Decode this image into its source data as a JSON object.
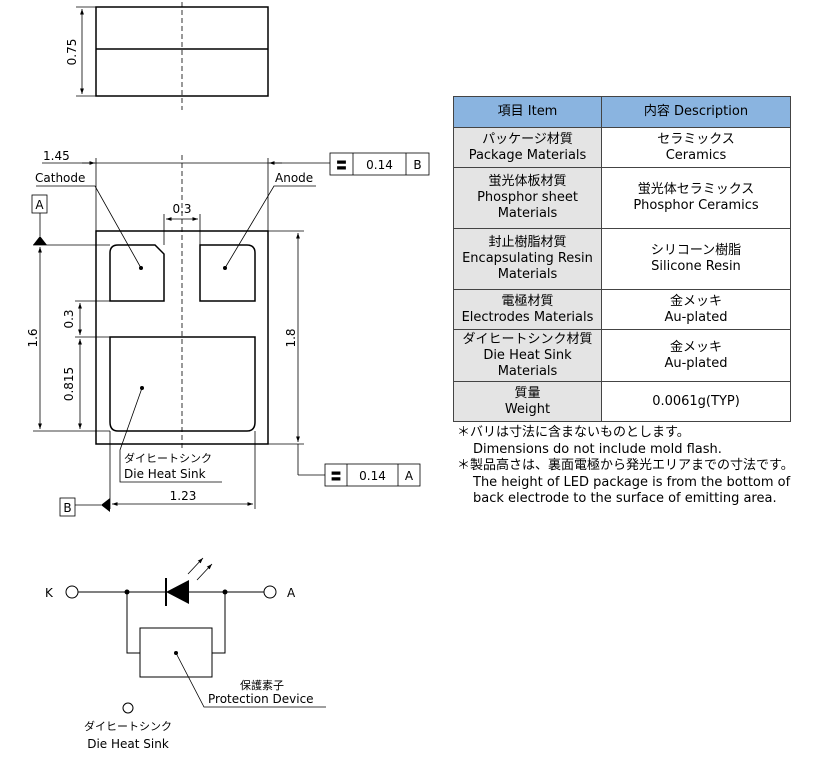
{
  "dims": {
    "thickness": "0.75",
    "width": "1.45",
    "gap": "0.3",
    "pad_height": "0.3",
    "height": "1.6",
    "heat_sink_height": "0.815",
    "body_height": "1.8",
    "heat_sink_width": "1.23"
  },
  "labels": {
    "cathode": "Cathode",
    "anode": "Anode",
    "heat_sink_jp": "ダイヒートシンク",
    "heat_sink_en": "Die Heat Sink"
  },
  "datums": {
    "a": "A",
    "b": "B"
  },
  "tolerance_top": {
    "symbol": "〓",
    "value": "0.14",
    "datum": "B"
  },
  "tolerance_bottom": {
    "symbol": "〓",
    "value": "0.14",
    "datum": "A"
  },
  "circuit": {
    "k": "K",
    "a": "A",
    "protection_jp": "保護素子",
    "protection_en": "Protection Device",
    "heat_sink_jp": "ダイヒートシンク",
    "heat_sink_en": "Die Heat Sink"
  },
  "table": {
    "header_item": "項目 Item",
    "header_desc": "内容 Description",
    "rows": [
      {
        "item": [
          "パッケージ材質",
          "Package Materials"
        ],
        "desc": [
          "セラミックス",
          "Ceramics"
        ]
      },
      {
        "item": [
          "蛍光体板材質",
          "Phosphor sheet",
          "Materials"
        ],
        "desc": [
          "蛍光体セラミックス",
          "Phosphor Ceramics"
        ]
      },
      {
        "item": [
          "封止樹脂材質",
          "Encapsulating Resin",
          "Materials"
        ],
        "desc": [
          "シリコーン樹脂",
          "Silicone Resin"
        ]
      },
      {
        "item": [
          "電極材質",
          "Electrodes Materials"
        ],
        "desc": [
          "金メッキ",
          "Au-plated"
        ]
      },
      {
        "item": [
          "ダイヒートシンク材質",
          "Die Heat Sink",
          "Materials"
        ],
        "desc": [
          "金メッキ",
          "Au-plated"
        ]
      },
      {
        "item": [
          "質量",
          "Weight"
        ],
        "desc": [
          "0.0061g(TYP)"
        ]
      }
    ]
  },
  "notes": [
    "＊バリは寸法に含まないものとします。",
    "Dimensions do not include mold flash.",
    "＊製品高さは、裏面電極から発光エリアまでの寸法です。",
    "The height of LED package is from the bottom of",
    "back electrode to the surface of emitting area."
  ]
}
